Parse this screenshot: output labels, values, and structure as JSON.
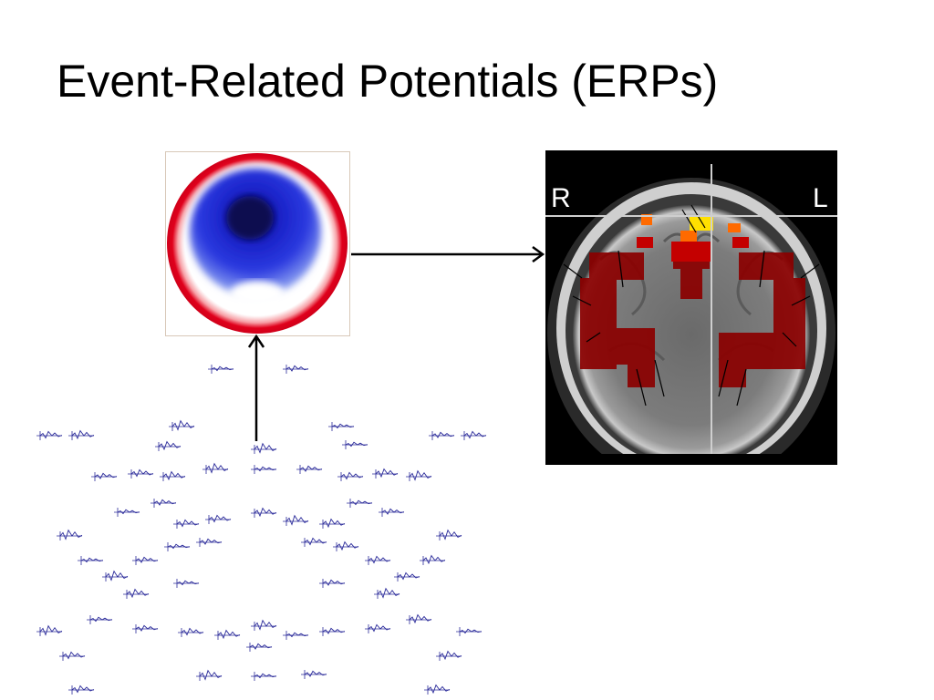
{
  "slide": {
    "title": "Event-Related Potentials (ERPs)"
  },
  "mri": {
    "right_label": "R",
    "left_label": "L"
  },
  "colors": {
    "topo_red": "#e0001b",
    "topo_blue": "#1525d6",
    "trace_blue": "#2b2b9a",
    "arrow": "#000000"
  },
  "erp_traces": {
    "count": 64,
    "color": "trace_blue"
  }
}
